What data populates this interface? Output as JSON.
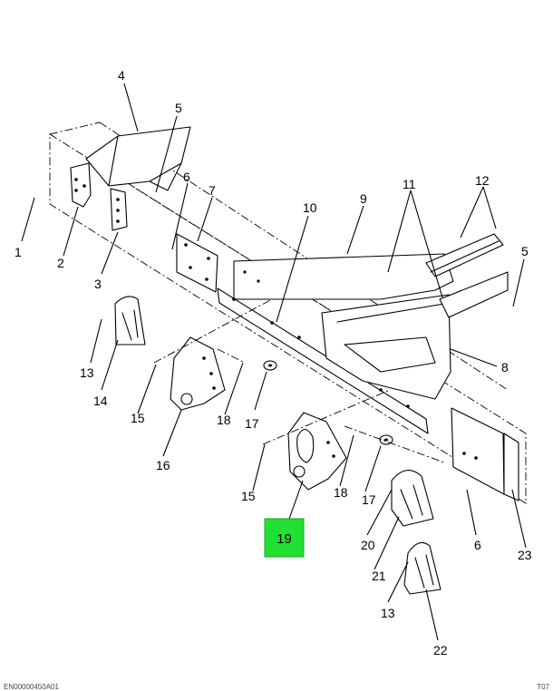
{
  "callouts": {
    "c1": "1",
    "c2": "2",
    "c3": "3",
    "c4": "4",
    "c5a": "5",
    "c5b": "5",
    "c6a": "6",
    "c6b": "6",
    "c7": "7",
    "c8": "8",
    "c9": "9",
    "c10": "10",
    "c11": "11",
    "c12": "12",
    "c13a": "13",
    "c13b": "13",
    "c14": "14",
    "c15a": "15",
    "c15b": "15",
    "c16": "16",
    "c17a": "17",
    "c17b": "17",
    "c18a": "18",
    "c18b": "18",
    "c20": "20",
    "c21": "21",
    "c22": "22",
    "c23": "23"
  },
  "highlight": {
    "label": "19",
    "color": "#22e032"
  },
  "footer": {
    "left": "EN00000450A01",
    "right": "T07"
  }
}
